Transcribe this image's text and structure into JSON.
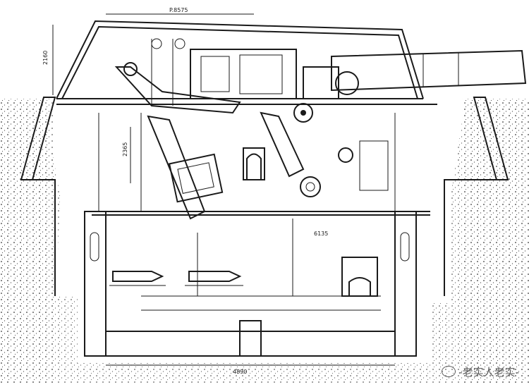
{
  "labels": {
    "top_dimension": "P.8575",
    "left_dimension": "2160",
    "inner_dimension": "2365",
    "floor_dimension": "6135",
    "bottom_dimension": "4890"
  },
  "watermark": {
    "text": "-老实人老实-"
  },
  "colors": {
    "ink": "#1a1a1a",
    "paper": "#ffffff",
    "watermark": "#5a5a5a"
  }
}
